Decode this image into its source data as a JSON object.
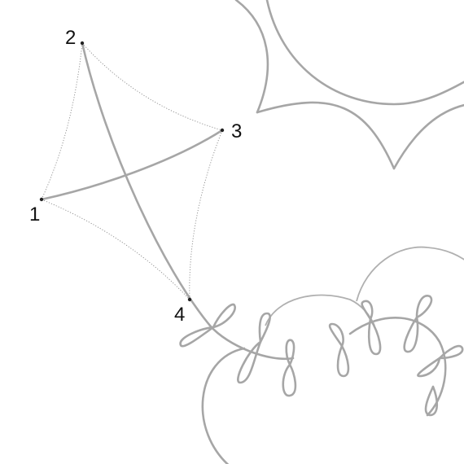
{
  "colors": {
    "background": "#ffffff",
    "curve": "#a6a6a6",
    "thin_curve": "#b0b0b0",
    "dotted_guide": "#8c8c8c",
    "point": "#222222",
    "label": "#111111"
  },
  "points": [
    {
      "label": "1"
    },
    {
      "label": "2"
    },
    {
      "label": "3"
    },
    {
      "label": "4"
    }
  ]
}
